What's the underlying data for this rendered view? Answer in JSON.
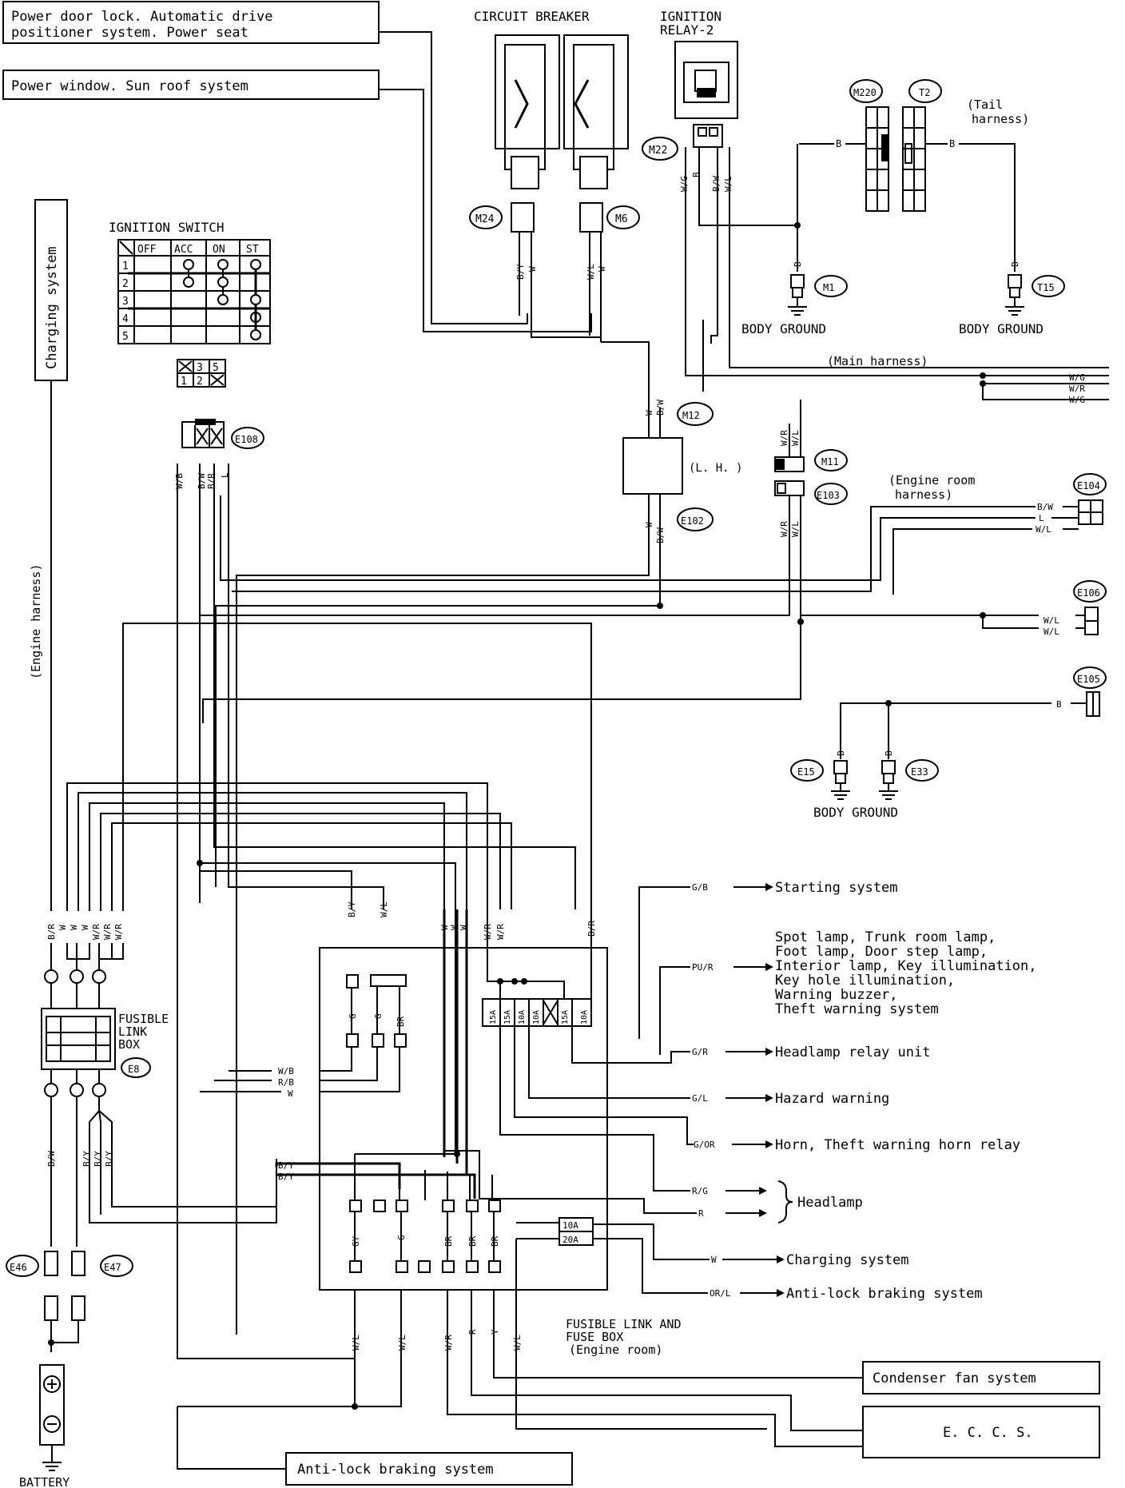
{
  "boxes": {
    "power_door": [
      "Power door lock. Automatic drive",
      "positioner system. Power seat"
    ],
    "power_window": "Power window. Sun roof system",
    "charging_side": "Charging system",
    "condenser": "Condenser fan system",
    "eccs": "E. C. C. S.",
    "abs_bottom": "Anti-lock braking system"
  },
  "titles": {
    "circuit_breaker": "CIRCUIT BREAKER",
    "ign_relay": [
      "IGNITION",
      "RELAY-2"
    ],
    "ign_switch": "IGNITION SWITCH",
    "tail_harness": [
      "(Tail",
      "harness)"
    ],
    "main_harness": "(Main harness)",
    "engine_room_harness": [
      "(Engine room",
      "harness)"
    ],
    "engine_harness": "(Engine harness)",
    "lh": "(L. H. )",
    "fusible_link_box": [
      "FUSIBLE",
      "LINK",
      "BOX"
    ],
    "fuse_box": [
      "FUSIBLE LINK AND",
      "FUSE BOX",
      "(Engine room)"
    ],
    "battery": "BATTERY",
    "body_ground": "BODY GROUND"
  },
  "connectors": [
    "M220",
    "T2",
    "M22",
    "M24",
    "M6",
    "M1",
    "T15",
    "M12",
    "M11",
    "E103",
    "E102",
    "E104",
    "E106",
    "E105",
    "E108",
    "E15",
    "E33",
    "E8",
    "E46",
    "E47"
  ],
  "ign_table": {
    "headers": [
      "OFF",
      "ACC",
      "ON",
      "ST"
    ],
    "rows": [
      "1",
      "2",
      "3",
      "4",
      "5"
    ]
  },
  "pin_grid": [
    "3",
    "5",
    "1",
    "2"
  ],
  "destinations": [
    {
      "wire": "G/B",
      "label": "Starting system"
    },
    {
      "wire": "PU/R",
      "label": "Spot lamp, Trunk room lamp,"
    },
    {
      "wire": "",
      "label": "Foot lamp, Door step lamp,"
    },
    {
      "wire": "",
      "label": "Interior lamp, Key illumination,"
    },
    {
      "wire": "",
      "label": "Key hole illumination,"
    },
    {
      "wire": "",
      "label": "Warning buzzer,"
    },
    {
      "wire": "",
      "label": "Theft warning system"
    },
    {
      "wire": "G/R",
      "label": "Headlamp relay unit"
    },
    {
      "wire": "G/L",
      "label": "Hazard warning"
    },
    {
      "wire": "G/OR",
      "label": "Horn, Theft warning horn relay"
    },
    {
      "wire": "R/G",
      "label": ""
    },
    {
      "wire": "R",
      "label": "Headlamp"
    },
    {
      "wire": "W",
      "label": "Charging system"
    },
    {
      "wire": "OR/L",
      "label": "Anti-lock braking system"
    }
  ],
  "right_wires": {
    "main": [
      "W/G",
      "W/R",
      "W/G"
    ],
    "e104": [
      "B/W",
      "L",
      "W/L"
    ],
    "e106": [
      "W/L",
      "W/L"
    ],
    "e105": "B"
  },
  "wire_labels": {
    "m24": [
      "B/Y",
      "W"
    ],
    "m6": [
      "W/L",
      "W"
    ],
    "m22": [
      "W/G",
      "B",
      "B/W",
      "W/L"
    ],
    "m1": "B",
    "t15": "B",
    "m220_b": "B",
    "t2_b": "B",
    "m12": [
      "W",
      "B/W"
    ],
    "e102": [
      "W",
      "B/W"
    ],
    "m11": [
      "W/R",
      "W/L"
    ],
    "e103": [
      "W/R",
      "W/L"
    ],
    "e108": [
      "W/B",
      "B/W",
      "B/R",
      "L"
    ],
    "e15": "B",
    "e33": "B",
    "flb_top": [
      "B/R",
      "W",
      "W",
      "W",
      "W/R",
      "W/R",
      "W/R"
    ],
    "flb_bot": [
      "B/W",
      "B/Y",
      "B/Y",
      "B/Y"
    ],
    "box_top": [
      "B/Y",
      "W/L",
      "W",
      "W",
      "W",
      "W/R",
      "W/R",
      "B/R"
    ],
    "box_mid": [
      "G",
      "G",
      "BR"
    ],
    "box_left": [
      "W/B",
      "R/B",
      "W"
    ],
    "by": [
      "B/Y",
      "B/Y"
    ],
    "box_lower": [
      "GY",
      "G",
      "BR",
      "BR",
      "BR"
    ],
    "box_bottom": [
      "W/L",
      "W/L",
      "W/R",
      "R",
      "Y",
      "W/L"
    ],
    "fuses_top": [
      "15A",
      "15A",
      "10A",
      "10A",
      "15A",
      "10A"
    ],
    "fuses_link": [
      "10A",
      "20A"
    ]
  }
}
